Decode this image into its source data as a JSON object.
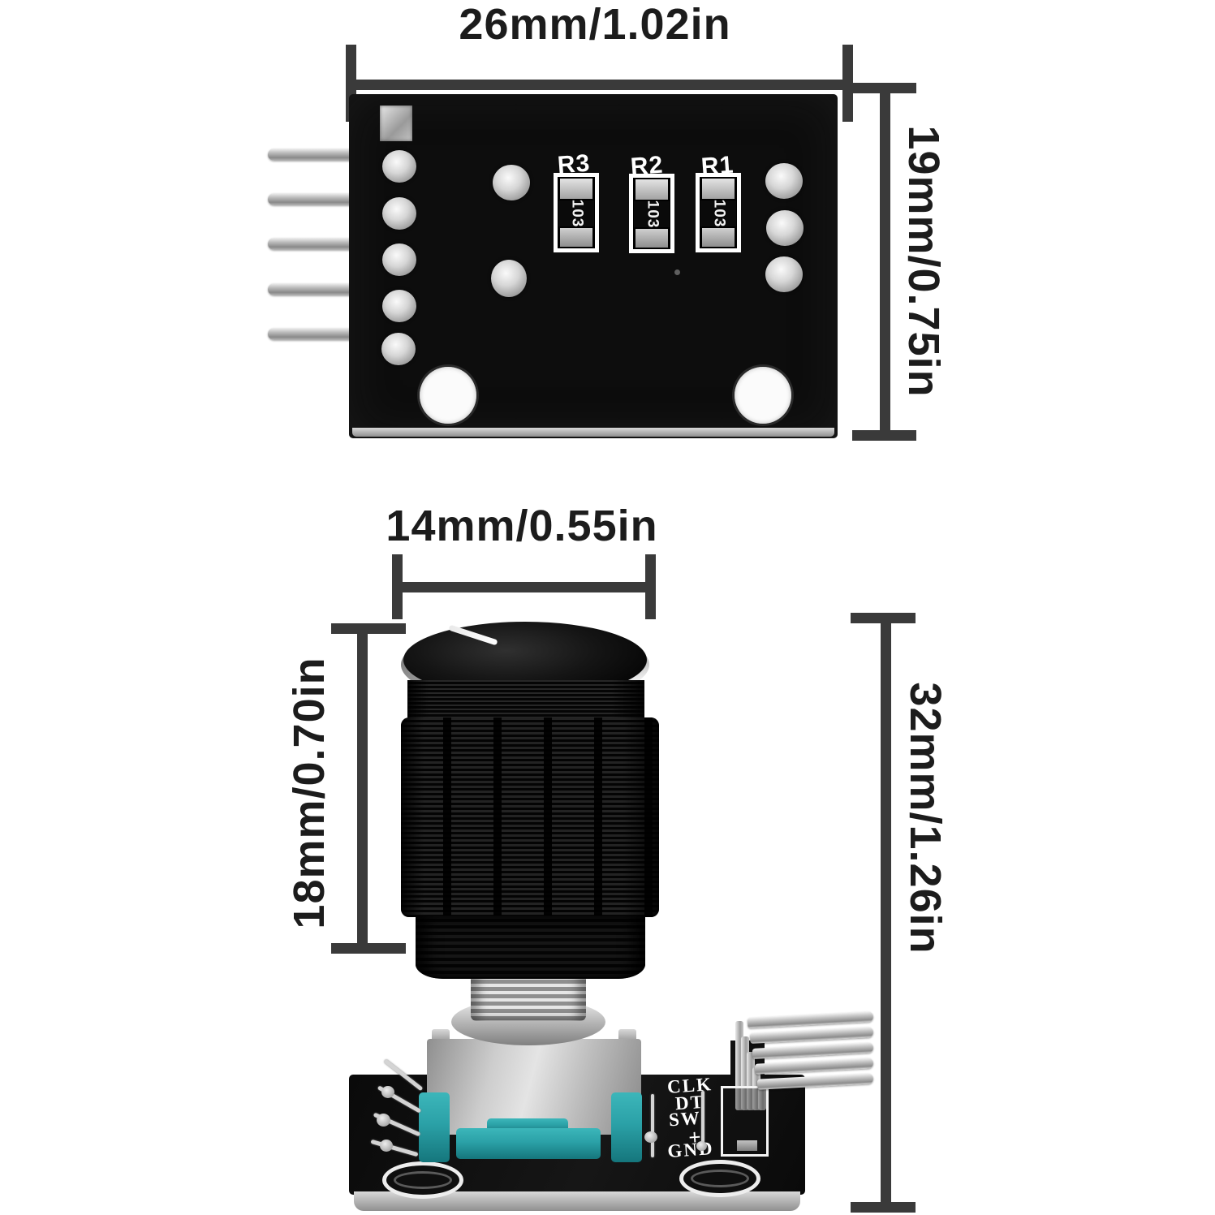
{
  "annotations": {
    "board_width": "26mm/1.02in",
    "board_height": "19mm/0.75in",
    "knob_width": "14mm/0.55in",
    "knob_height": "18mm/0.70in",
    "total_height": "32mm/1.26in"
  },
  "top_board": {
    "resistors": [
      {
        "ref": "R3",
        "code": "103"
      },
      {
        "ref": "R2",
        "code": "103"
      },
      {
        "ref": "R1",
        "code": "103"
      }
    ]
  },
  "encoder_board": {
    "pin_labels": [
      "CLK",
      "DT",
      "SW",
      "+",
      "GND"
    ]
  },
  "colors": {
    "dimension_line": "#3a3a3a",
    "label_text": "#1c1c1c",
    "pcb_black": "#0b0b0b",
    "silkscreen_white": "#ffffff",
    "teal_plastic": "#2ba1a7",
    "metal_silver": "#c9c9c9"
  }
}
